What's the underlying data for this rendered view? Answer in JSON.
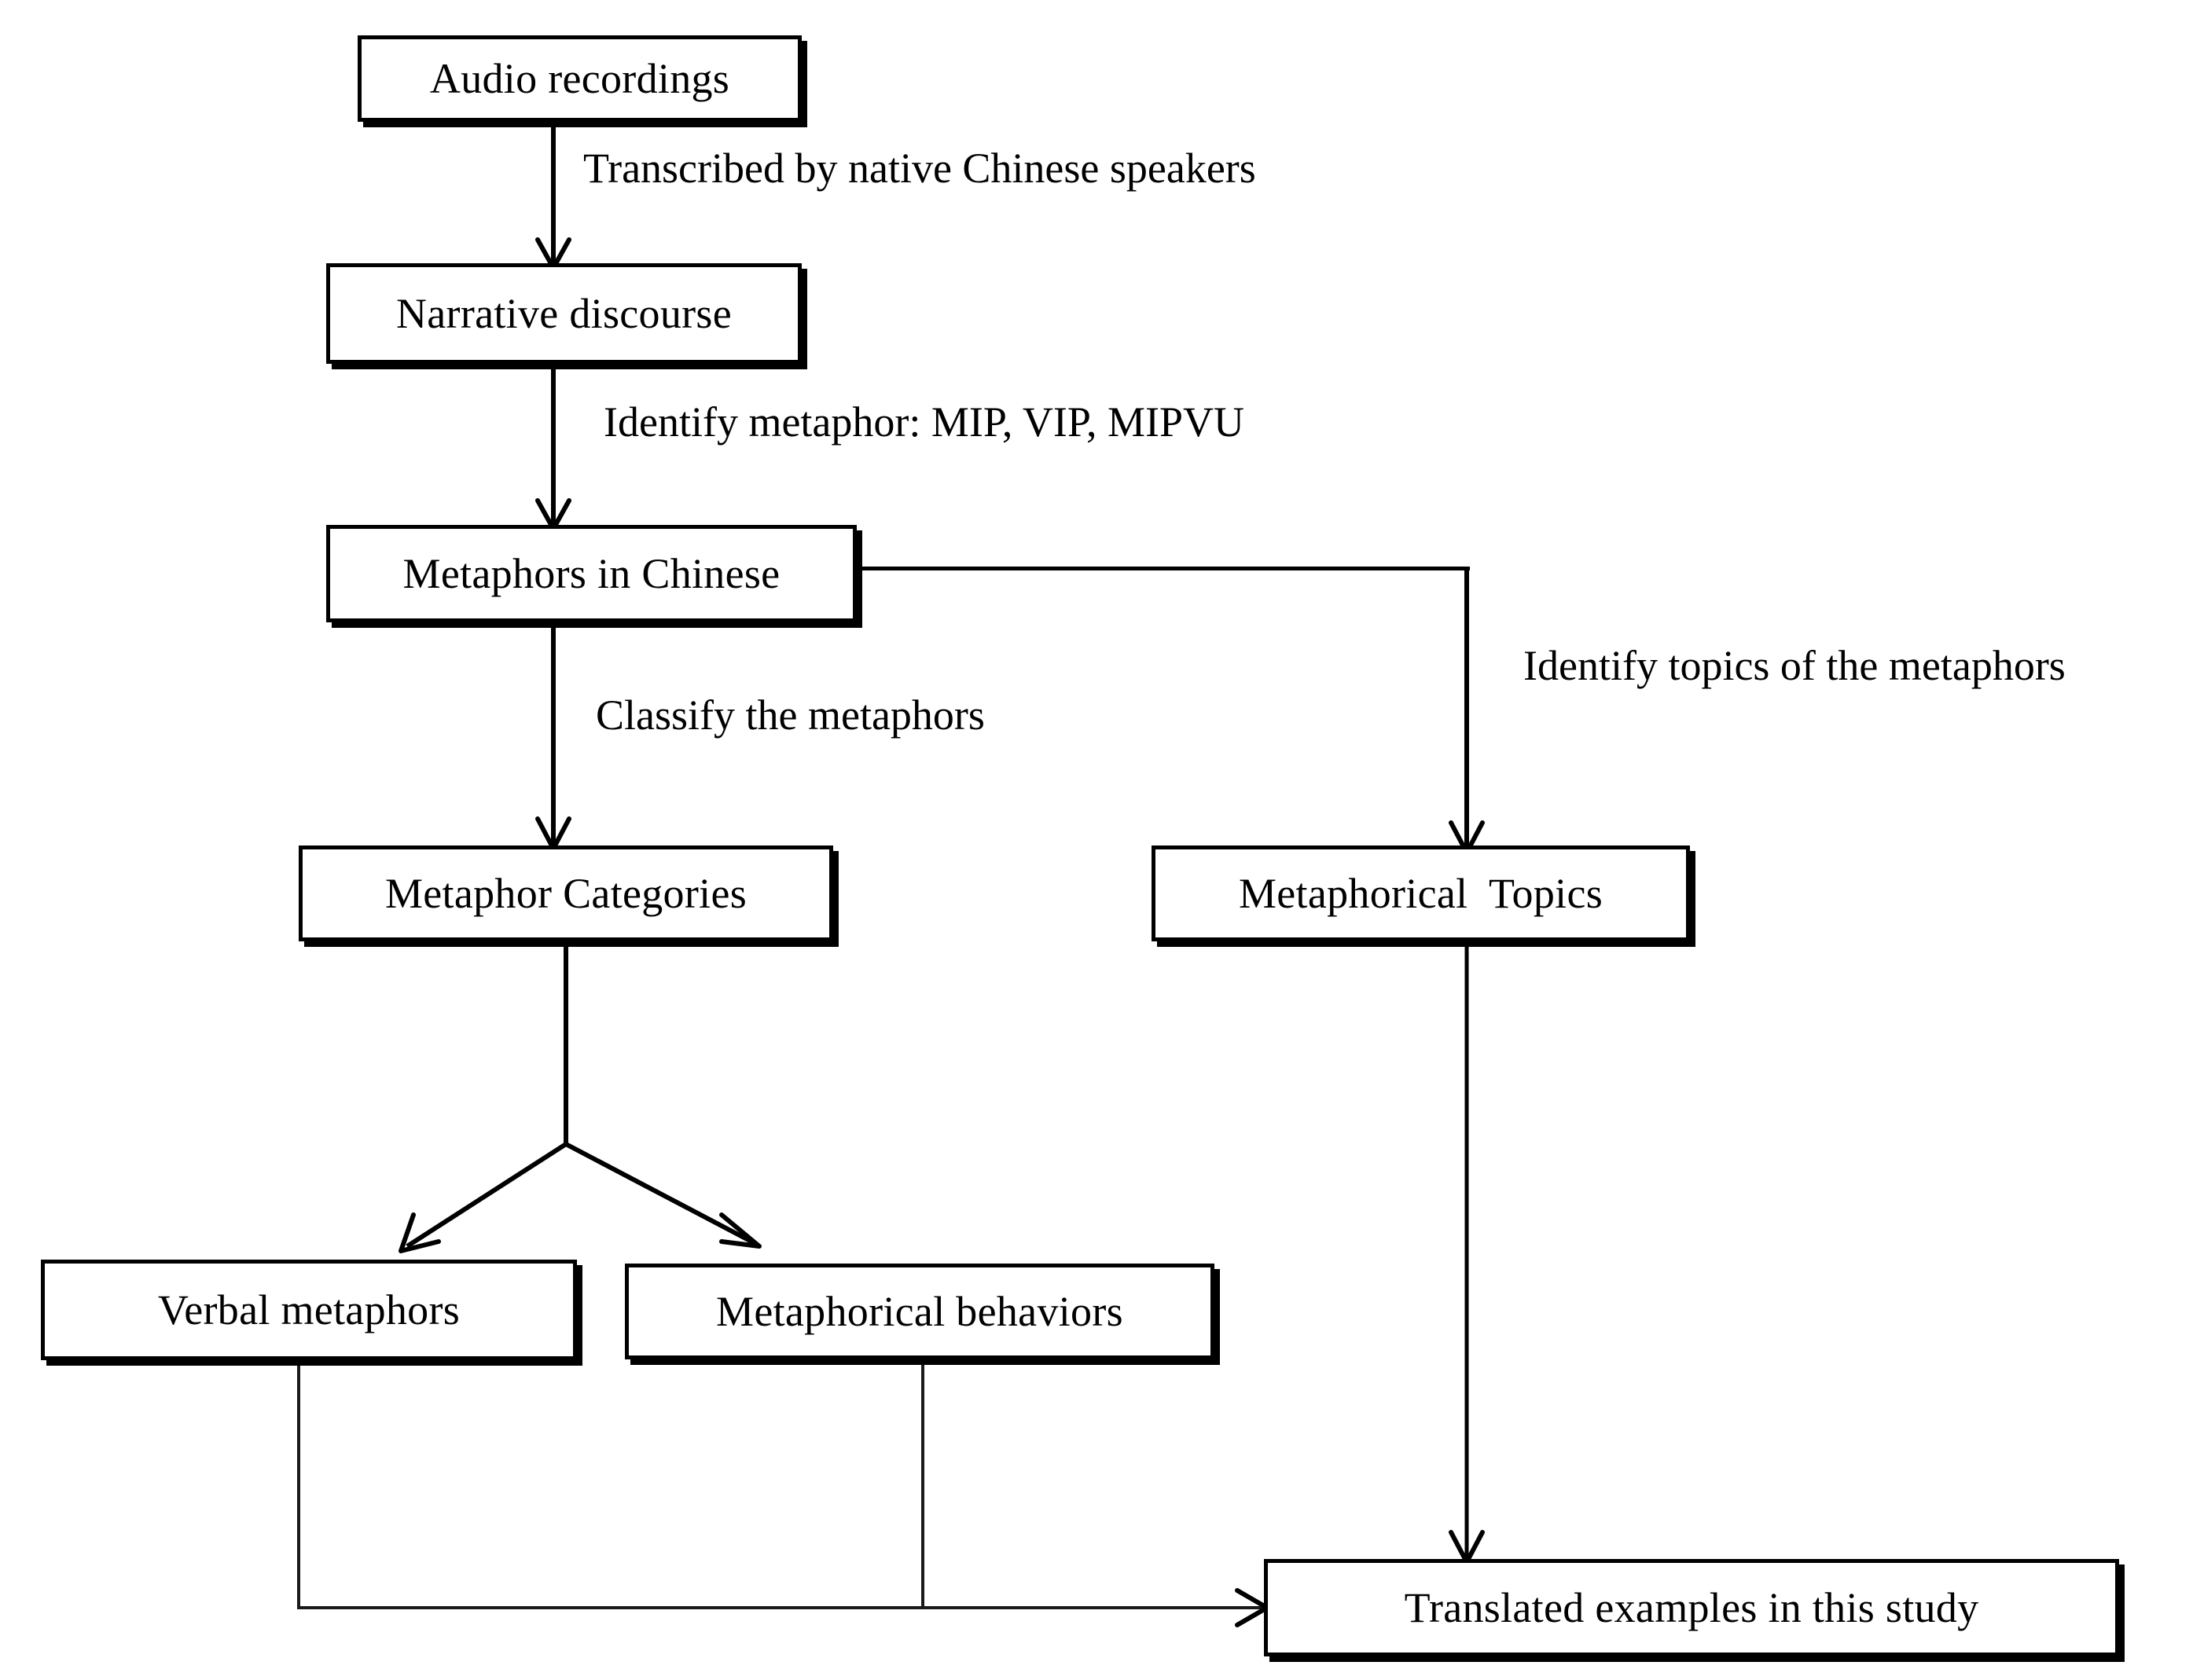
{
  "diagram": {
    "title": "Metaphor analysis procedure flowchart",
    "nodes": [
      {
        "id": "audio_recordings",
        "label": "Audio recordings"
      },
      {
        "id": "narrative_discourse",
        "label": "Narrative discourse"
      },
      {
        "id": "metaphors_in_chinese",
        "label": "Metaphors in Chinese"
      },
      {
        "id": "metaphor_categories",
        "label": "Metaphor Categories"
      },
      {
        "id": "metaphorical_topics",
        "label": "Metaphorical  Topics"
      },
      {
        "id": "verbal_metaphors",
        "label": "Verbal metaphors"
      },
      {
        "id": "metaphorical_behaviors",
        "label": "Metaphorical behaviors"
      },
      {
        "id": "translated_examples",
        "label": "Translated examples in this study"
      }
    ],
    "edge_labels": [
      {
        "id": "transcribed",
        "text": "Transcribed by native Chinese speakers"
      },
      {
        "id": "identify_metaphor",
        "text": "Identify metaphor: MIP, VIP, MIPVU"
      },
      {
        "id": "classify",
        "text": "Classify the metaphors"
      },
      {
        "id": "identify_topics",
        "text": "Identify topics of the metaphors"
      }
    ],
    "colors": {
      "stroke": "#000000",
      "background": "#ffffff",
      "text": "#000000"
    }
  }
}
